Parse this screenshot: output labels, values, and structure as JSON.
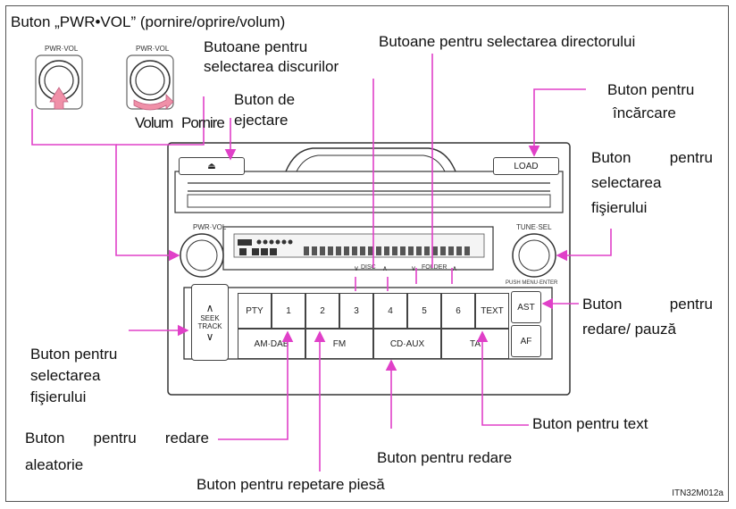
{
  "labels": {
    "pwr_vol": "Buton „PWR•VOL” (pornire/oprire/volum)",
    "disc_select_1": "Butoane pentru",
    "disc_select_2": "selectarea discurilor",
    "folder_select": "Butoane pentru selectarea directorului",
    "eject_1": "Buton de",
    "eject_2": "ejectare",
    "volum": "Volum",
    "pornire": "Pornire",
    "load_1": "Buton pentru",
    "load_2": "încărcare",
    "file_right_1": "Buton pentru",
    "file_right_2": "selectarea",
    "file_right_3": "fişierului",
    "play_pause_1": "Buton pentru",
    "play_pause_2": "redare/ pauză",
    "file_left_1": "Buton pentru",
    "file_left_2": "selectarea",
    "file_left_3": "fişierului",
    "text_btn": "Buton pentru text",
    "random_1": "Buton pentru redare",
    "random_2": "aleatorie",
    "play_btn": "Buton pentru redare",
    "repeat_btn": "Buton pentru repetare piesă"
  },
  "radio": {
    "eject_symbol": "⏏",
    "load": "LOAD",
    "pwr_vol": "PWR·VOL",
    "tune_sel": "TUNE·SEL",
    "push_enter": "PUSH MENU·ENTER",
    "knob_label_1": "PWR·VOL",
    "knob_label_2": "PWR·VOL",
    "pty": "PTY",
    "n1": "1",
    "n2": "2",
    "n3": "3",
    "n4": "4",
    "n5": "5",
    "n6": "6",
    "text": "TEXT",
    "ast": "AST",
    "af": "AF",
    "am_dab": "AM·DAB",
    "fm": "FM",
    "cd_aux": "CD·AUX",
    "ta": "TA",
    "seek_1": "SEEK",
    "seek_2": "TRACK",
    "disc": "DISC",
    "folder": "FOLDER"
  },
  "figure_code": "ITN32M012a",
  "colors": {
    "callout": "#e040c8",
    "arrow": "#f090a8"
  }
}
